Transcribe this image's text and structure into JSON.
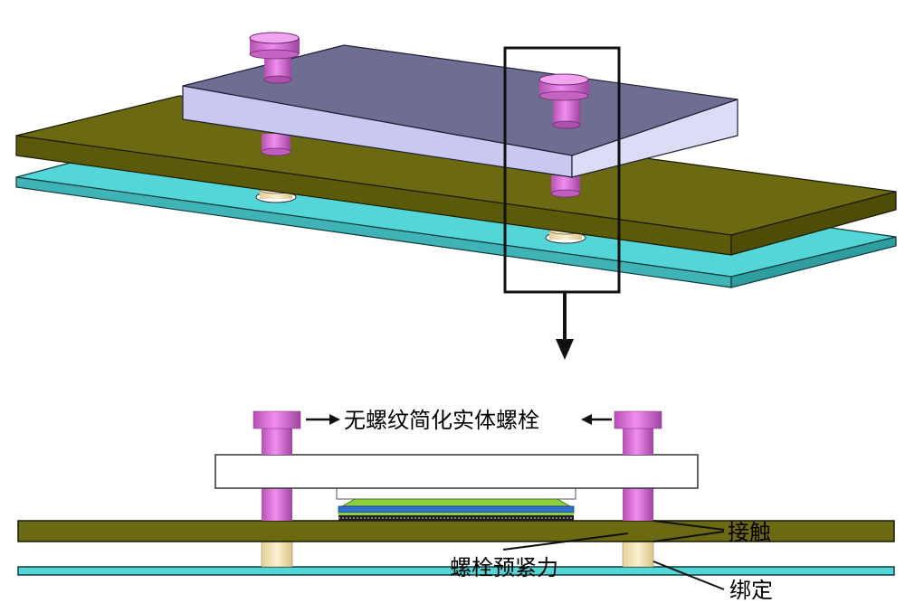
{
  "labels": {
    "bolt_note": "无螺纹简化实体螺栓",
    "contact": "接触",
    "preload": "螺栓预紧力",
    "bond": "绑定"
  },
  "colors": {
    "bolt": "#e27ee0",
    "bolt_dark": "#9b3e98",
    "top_plate": "#c8c8f0",
    "pcb": "#6b6a12",
    "base_plate": "#54d6d8",
    "spacer": "#f4e2b4",
    "chip_green": "#8bcf3f",
    "chip_blue": "#2f6fd0"
  }
}
